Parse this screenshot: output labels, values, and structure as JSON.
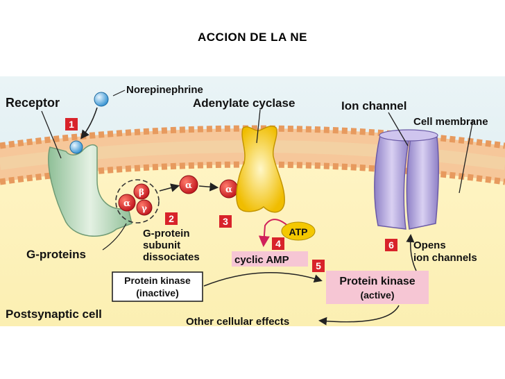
{
  "title": "ACCION DE LA NE",
  "labels": {
    "receptor": "Receptor",
    "norepinephrine": "Norepinephrine",
    "adenylate_cyclase": "Adenylate cyclase",
    "ion_channel": "Ion channel",
    "cell_membrane": "Cell membrane",
    "g_proteins": "G-proteins",
    "g_protein_dissociates": [
      "G-protein",
      "subunit",
      "dissociates"
    ],
    "atp": "ATP",
    "cyclic_amp": "cyclic AMP",
    "pk_inactive": [
      "Protein kinase",
      "(inactive)"
    ],
    "pk_active": [
      "Protein kinase",
      "(active)"
    ],
    "opens_channels": [
      "Opens",
      "ion channels"
    ],
    "postsynaptic_cell": "Postsynaptic cell",
    "other_effects": "Other cellular effects"
  },
  "subunits": {
    "alpha": "α",
    "beta": "β",
    "gamma": "γ"
  },
  "steps": [
    "1",
    "2",
    "3",
    "4",
    "5",
    "6"
  ],
  "colors": {
    "membrane": "#f2b47e",
    "cytoplasm": "#fbefb2",
    "extracellular": "#dcecf2",
    "step_box": "#d8232a",
    "highlight": "#f6c6d4",
    "subunit": "#d8232a",
    "cyclase": "#f2c200",
    "channel": "#b4a6dd",
    "receptor": "#b5d5b5"
  }
}
